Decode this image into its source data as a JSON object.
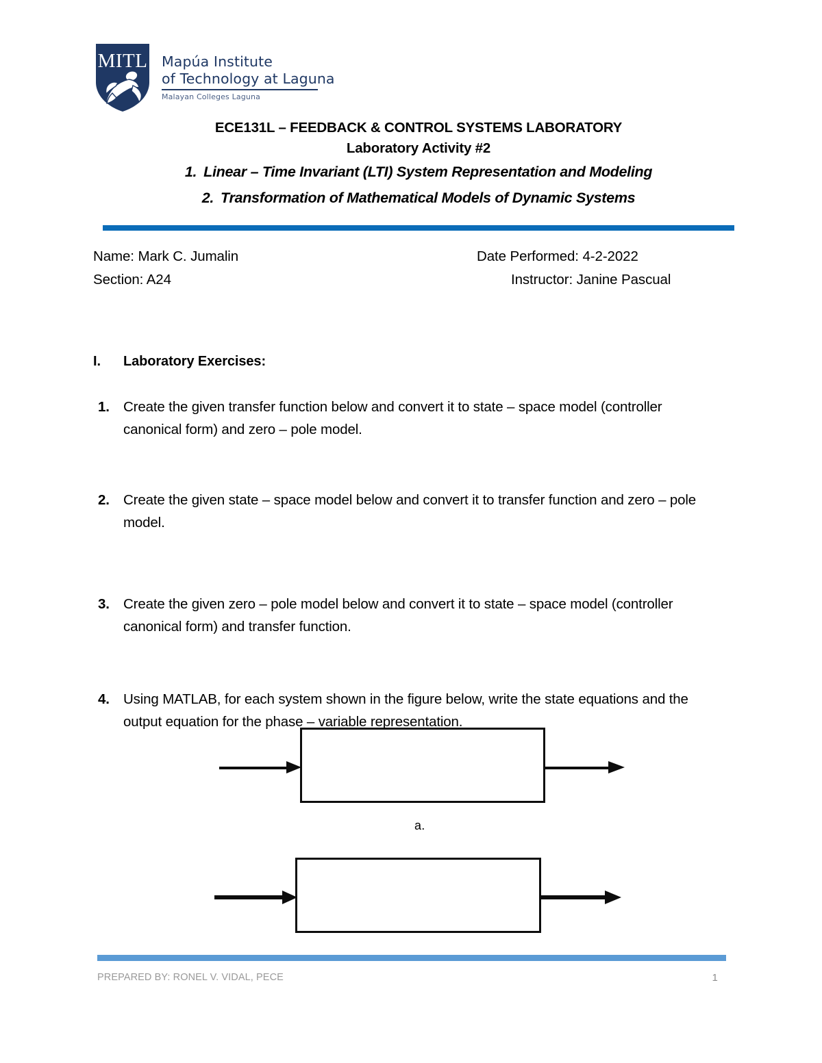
{
  "document": {
    "page_number": "1"
  },
  "logo": {
    "shield_text": "MITL",
    "line1": "Mapúa Institute",
    "line2": "of Technology at Laguna",
    "subtitle": "Malayan Colleges Laguna",
    "shield_color": "#1F3864",
    "text_color": "#1F3864"
  },
  "title": {
    "course": "ECE131L – FEEDBACK & CONTROL SYSTEMS LABORATORY",
    "activity": "Laboratory Activity #2",
    "topics": [
      {
        "num": "1.",
        "text": "Linear – Time Invariant (LTI) System Representation and Modeling"
      },
      {
        "num": "2.",
        "text": "Transformation of Mathematical Models of Dynamic Systems"
      }
    ]
  },
  "divider": {
    "top_color": "#0B6CB8",
    "bottom_color": "#5B9BD5"
  },
  "info": {
    "name": "Name: Mark C. Jumalin",
    "date_performed": "Date Performed: 4-2-2022",
    "section": "Section: A24",
    "instructor": "Instructor: Janine Pascual"
  },
  "section": {
    "roman": "I.",
    "heading": "Laboratory Exercises:"
  },
  "exercises": [
    {
      "num": "1.",
      "text": "Create the given transfer function below and convert it to state – space model (controller canonical form) and zero – pole model."
    },
    {
      "num": "2.",
      "text": "Create the given state – space model below and convert it to transfer function and zero – pole model."
    },
    {
      "num": "3.",
      "text": "Create the given zero – pole model below and convert it to state – space model (controller canonical form) and transfer function."
    },
    {
      "num": "4.",
      "text": "Using MATLAB, for each system shown in the figure below, write the state equations and the output equation for the phase – variable representation."
    }
  ],
  "figures": [
    {
      "id": "a",
      "caption": "a.",
      "box_label": ""
    },
    {
      "id": "b",
      "caption": "",
      "box_label": ""
    }
  ],
  "footer": {
    "prepared_by": "PREPARED BY: RONEL V. VIDAL, PECE",
    "page": "1"
  }
}
